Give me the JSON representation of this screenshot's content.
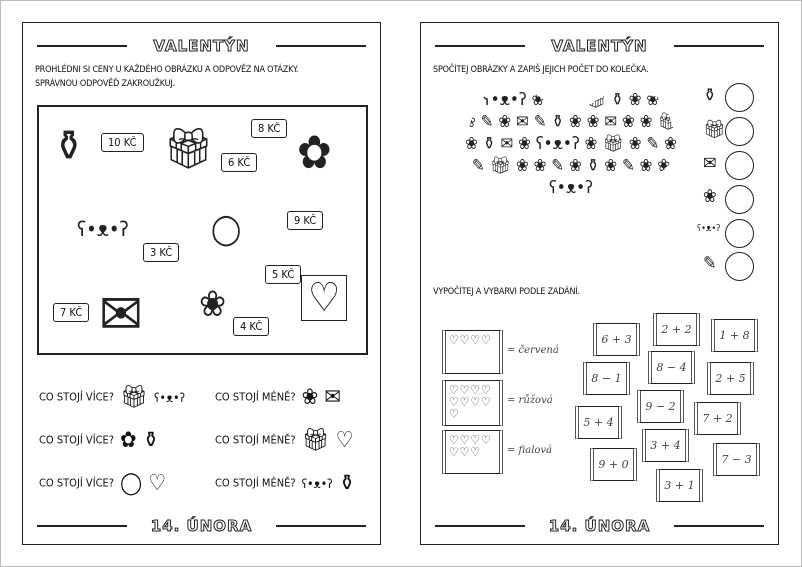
{
  "left_page": {
    "title": "VALENTÝN",
    "instructions": [
      "PROHLÉDNI SI CENY U KAŽDÉHO OBRÁZKU A ODPOVĚZ NA OTÁZKY.",
      "SPRÁVNOU ODPOVĚĎ ZAKROUŽKUJ."
    ],
    "prices": [
      {
        "item": "perfume-icon",
        "glyph": "⚱",
        "price": "10 KČ"
      },
      {
        "item": "gift-icon",
        "glyph": "🎁︎",
        "price": "6 KČ"
      },
      {
        "item": "bouquet-icon",
        "glyph": "✿",
        "price": "8 KČ"
      },
      {
        "item": "teddy-bear-icon",
        "glyph": "ʕ•ᴥ•ʔ",
        "price": "3 KČ"
      },
      {
        "item": "ring-icon",
        "glyph": "◯",
        "price": "9 KČ"
      },
      {
        "item": "card-icon",
        "glyph": "♡",
        "price": "5 KČ"
      },
      {
        "item": "envelope-icon",
        "glyph": "✉",
        "price": "7 KČ"
      },
      {
        "item": "rose-icon",
        "glyph": "❀",
        "price": "4 KČ"
      }
    ],
    "questions": [
      {
        "text": "CO STOJÍ VÍCE?",
        "a": "🎁︎",
        "b": "ʕ•ᴥ•ʔ"
      },
      {
        "text": "CO STOJÍ MÉNĚ?",
        "a": "❀",
        "b": "✉"
      },
      {
        "text": "CO STOJÍ VÍCE?",
        "a": "✿",
        "b": "⚱"
      },
      {
        "text": "CO STOJÍ MÉNĚ?",
        "a": "🎁︎",
        "b": "♡"
      },
      {
        "text": "CO STOJÍ VÍCE?",
        "a": "◯",
        "b": "♡"
      },
      {
        "text": "CO STOJÍ MÉNĚ?",
        "a": "ʕ•ᴥ•ʔ",
        "b": "⚱"
      }
    ],
    "footer": "14. ÚNORA"
  },
  "right_page": {
    "title": "VALENTÝN",
    "instruction1": "SPOČÍTEJ OBRÁZKY A ZAPIŠ JEJICH POČET DO KOLEČKA.",
    "count_items": [
      "⚱",
      "🎁︎",
      "✉",
      "❀",
      "ʕ•ᴥ•ʔ",
      "✎"
    ],
    "cluster": "⚱ ʕ•ᴥ•ʔ ❀ ⚱ ❀ 🎁︎ ⚱ ❀ ❀ ✎ ❀ ✎ ❀ ✉ ✎ ⚱ ❀ ❀ ✉ ❀ ❀ 🎁︎ ❀ ⚱ ✉ ❀ ʕ•ᴥ•ʔ ❀ 🎁︎ ❀ ✎ ❀ ✎ 🎁︎ ❀ ❀ ✎ ❀ ⚱ ❀ ✎ ❀ ❀ ʕ•ᴥ•ʔ",
    "instruction2": "VYPOČÍTEJ A VYBARVI PODLE ZADÁNÍ.",
    "color_key": [
      {
        "hearts": "♡♡♡♡",
        "label": "= červená"
      },
      {
        "hearts": "♡♡♡♡♡♡♡♡♡",
        "label": "= růžová"
      },
      {
        "hearts": "♡♡♡♡♡♡♡",
        "label": "= fialová"
      }
    ],
    "candies": [
      "6 + 3",
      "2 + 2",
      "1 + 8",
      "8 − 4",
      "8 − 1",
      "2 + 5",
      "9 − 2",
      "7 + 2",
      "5 + 4",
      "3 + 4",
      "7 − 3",
      "9 + 0",
      "3 + 1"
    ],
    "footer": "14. ÚNORA"
  }
}
